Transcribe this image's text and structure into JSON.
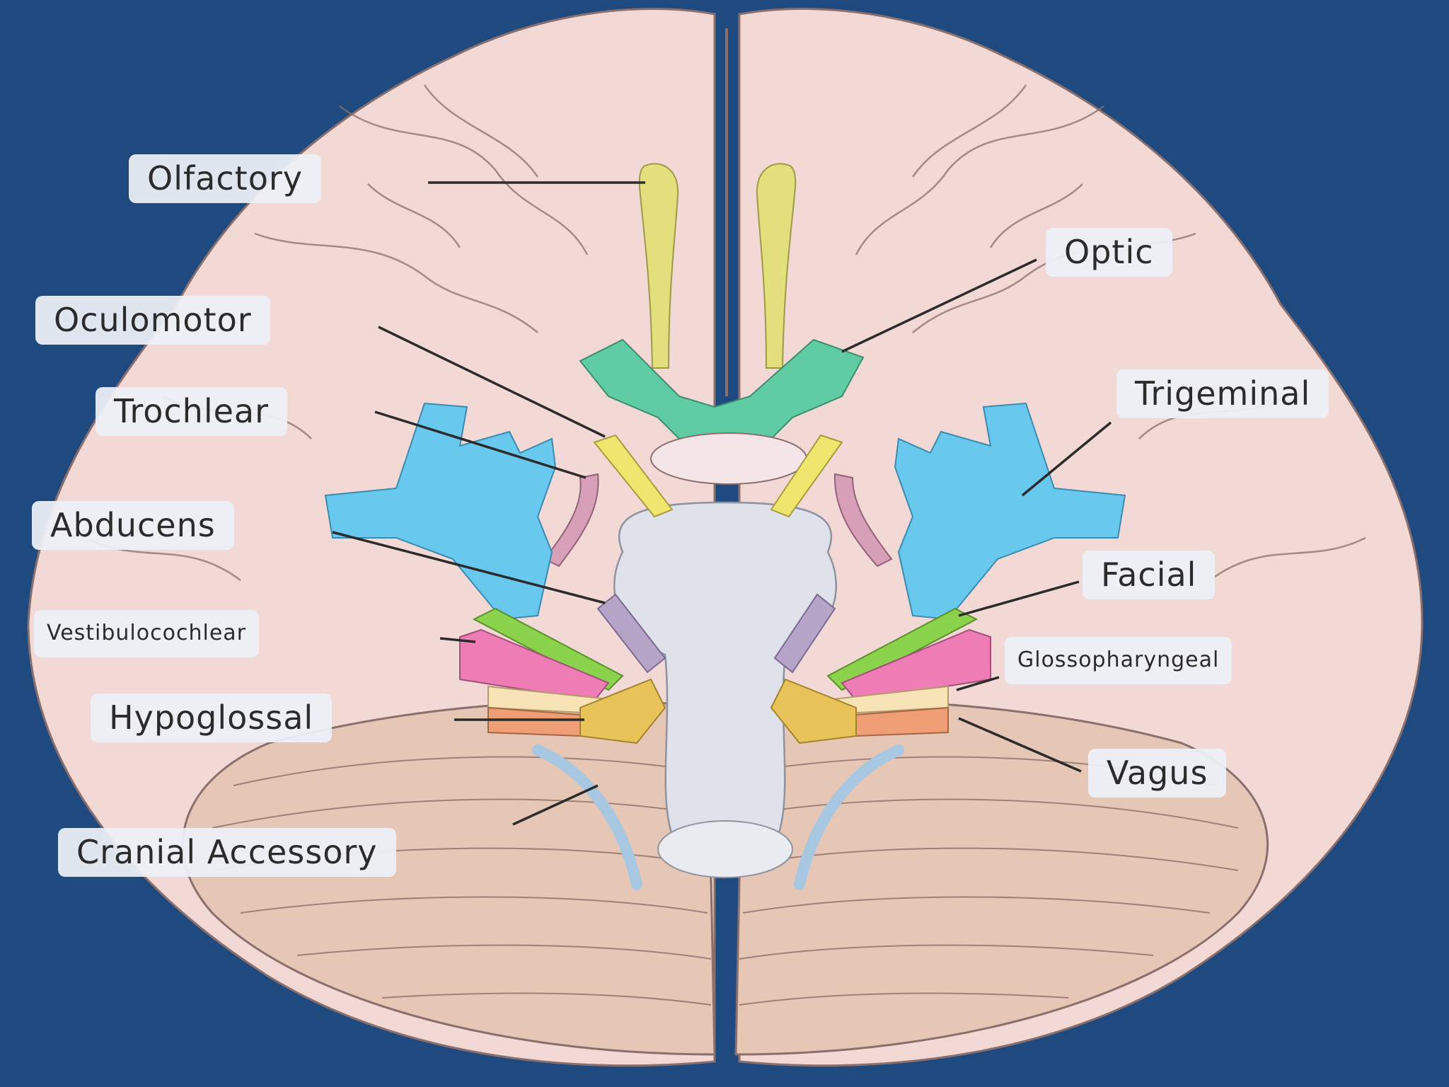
{
  "colors": {
    "background": "#1f4a80",
    "cerebrum": "#f2d9d6",
    "cerebrum_outline": "#8a6f6c",
    "cerebellum": "#e6c6b5",
    "brainstem": "#dfe2ea",
    "olfactory": "#e3df7c",
    "optic_chiasm": "#5fcca4",
    "oculomotor": "#efe56f",
    "trochlear": "#d7a0b8",
    "trigeminal": "#69c8ee",
    "abducens": "#b7a4c9",
    "facial": "#8bd24d",
    "vestibulocochlear": "#ee7db5",
    "glossopharyngeal": "#f7e3b6",
    "vagus": "#ef9e76",
    "hypoglossal": "#e7c35a",
    "accessory": "#a8c7e1",
    "label_box": "#ecf0f7",
    "leader_line": "#2b2b2b"
  },
  "labels": {
    "olfactory": "Olfactory",
    "optic": "Optic",
    "oculomotor": "Oculomotor",
    "trigeminal": "Trigeminal",
    "trochlear": "Trochlear",
    "abducens": "Abducens",
    "facial": "Facial",
    "vestibulocochlear": "Vestibulocochlear",
    "glossopharyngeal": "Glossopharyngeal",
    "hypoglossal": "Hypoglossal",
    "vagus": "Vagus",
    "cranial_accessory": "Cranial Accessory"
  }
}
